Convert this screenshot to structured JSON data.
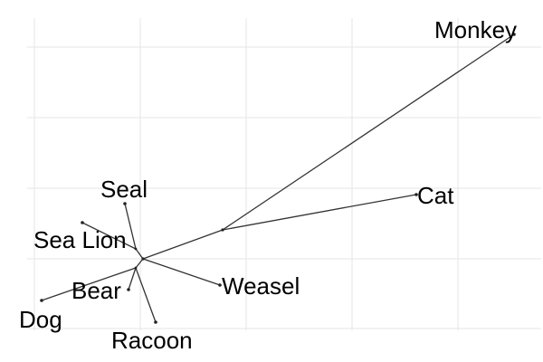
{
  "tree": {
    "type": "unrooted phylogenetic tree",
    "taxa": [
      "Monkey",
      "Cat",
      "Seal",
      "Sea Lion",
      "Weasel",
      "Bear",
      "Dog",
      "Racoon"
    ]
  }
}
